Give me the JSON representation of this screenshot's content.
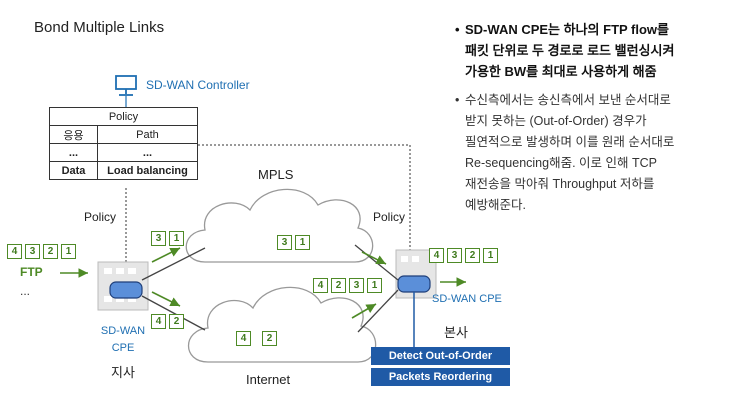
{
  "title": "Bond Multiple Links",
  "controller": {
    "label": "SD-WAN Controller"
  },
  "policy_table": {
    "header": "Policy",
    "rows": [
      [
        "응용",
        "Path"
      ],
      [
        "...",
        "..."
      ],
      [
        "Data",
        "Load balancing"
      ]
    ]
  },
  "labels": {
    "policy_left": "Policy",
    "policy_right": "Policy",
    "mpls": "MPLS",
    "internet": "Internet",
    "ftp": "FTP",
    "ftp_more": "...",
    "branch_cpe_line1": "SD-WAN",
    "branch_cpe_line2": "CPE",
    "branch": "지사",
    "hq_cpe": "SD-WAN CPE",
    "hq": "본사"
  },
  "packets": {
    "ftp_in": [
      "4",
      "3",
      "2",
      "1"
    ],
    "to_mpls": [
      "3",
      "1"
    ],
    "in_mpls": [
      "3",
      "1"
    ],
    "to_internet": [
      "4",
      "2"
    ],
    "in_internet": [
      "4",
      "2"
    ],
    "arrive_hq": [
      "4",
      "2",
      "3",
      "1"
    ],
    "hq_out": [
      "4",
      "3",
      "2",
      "1"
    ]
  },
  "status_boxes": [
    "Detect Out-of-Order",
    "Packets Reordering"
  ],
  "bullets": {
    "b1_lines": [
      "SD-WAN CPE는 하나의 FTP flow를",
      "패킷 단위로 두 경로로 로드 밸런싱시켜",
      "가용한 BW를 최대로 사용하게 해줌"
    ],
    "b2_lines": [
      "수신측에서는 송신측에서 보낸 순서대로",
      "받지 못하는 (Out-of-Order) 경우가",
      "필연적으로 발생하며 이를 원래 순서대로",
      "Re-sequencing해줌. 이로 인해 TCP",
      "재전송을 막아줘 Throughput 저하를",
      "예방해준다."
    ]
  },
  "colors": {
    "accent_blue": "#1f6fb2",
    "box_blue": "#1f5aa6",
    "packet_green": "#4e8a26",
    "cpe_blue": "#5b8fd9"
  }
}
